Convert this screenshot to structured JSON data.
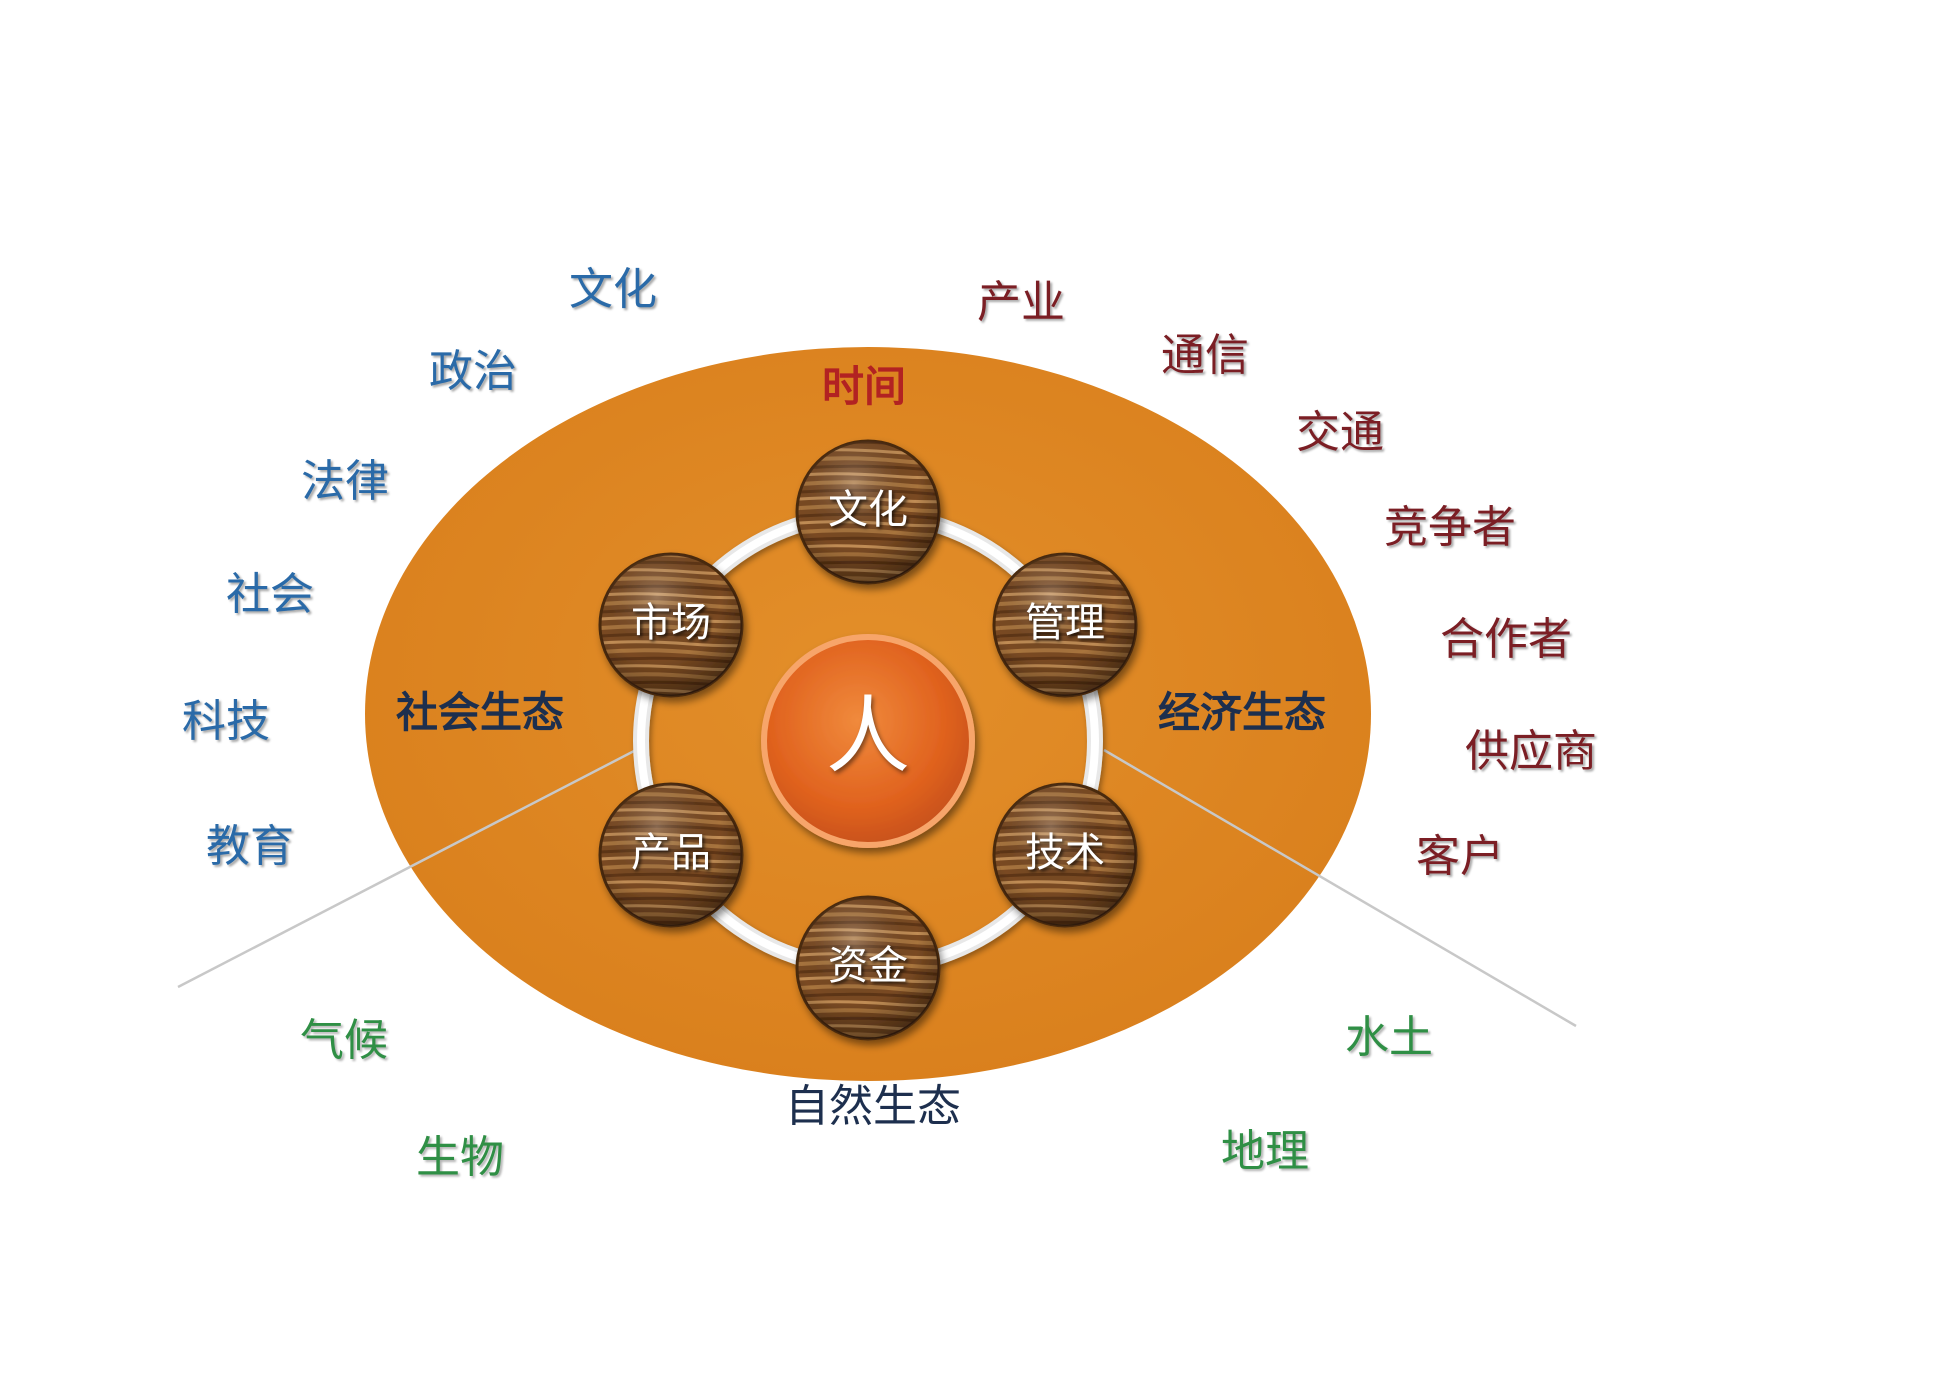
{
  "center": {
    "label": "人"
  },
  "time_label": "时间",
  "ecosystems": {
    "social": "社会生态",
    "economic": "经济生态",
    "natural": "自然生态"
  },
  "ring_nodes": [
    {
      "label": "文化"
    },
    {
      "label": "管理"
    },
    {
      "label": "技术"
    },
    {
      "label": "资金"
    },
    {
      "label": "产品"
    },
    {
      "label": "市场"
    }
  ],
  "social_factors": [
    "文化",
    "政治",
    "法律",
    "社会",
    "科技",
    "教育"
  ],
  "economic_factors": [
    "产业",
    "通信",
    "交通",
    "竞争者",
    "合作者",
    "供应商",
    "客户"
  ],
  "natural_factors": [
    "气候",
    "生物",
    "水土",
    "地理"
  ],
  "colors": {
    "ellipse": "#e08a23",
    "center": "#e0621e",
    "social_text": "#2a6aa8",
    "economic_text": "#7b1e24",
    "natural_text": "#2f8f45",
    "ecosystem_text": "#1d2f4e",
    "time_text": "#b22222"
  }
}
